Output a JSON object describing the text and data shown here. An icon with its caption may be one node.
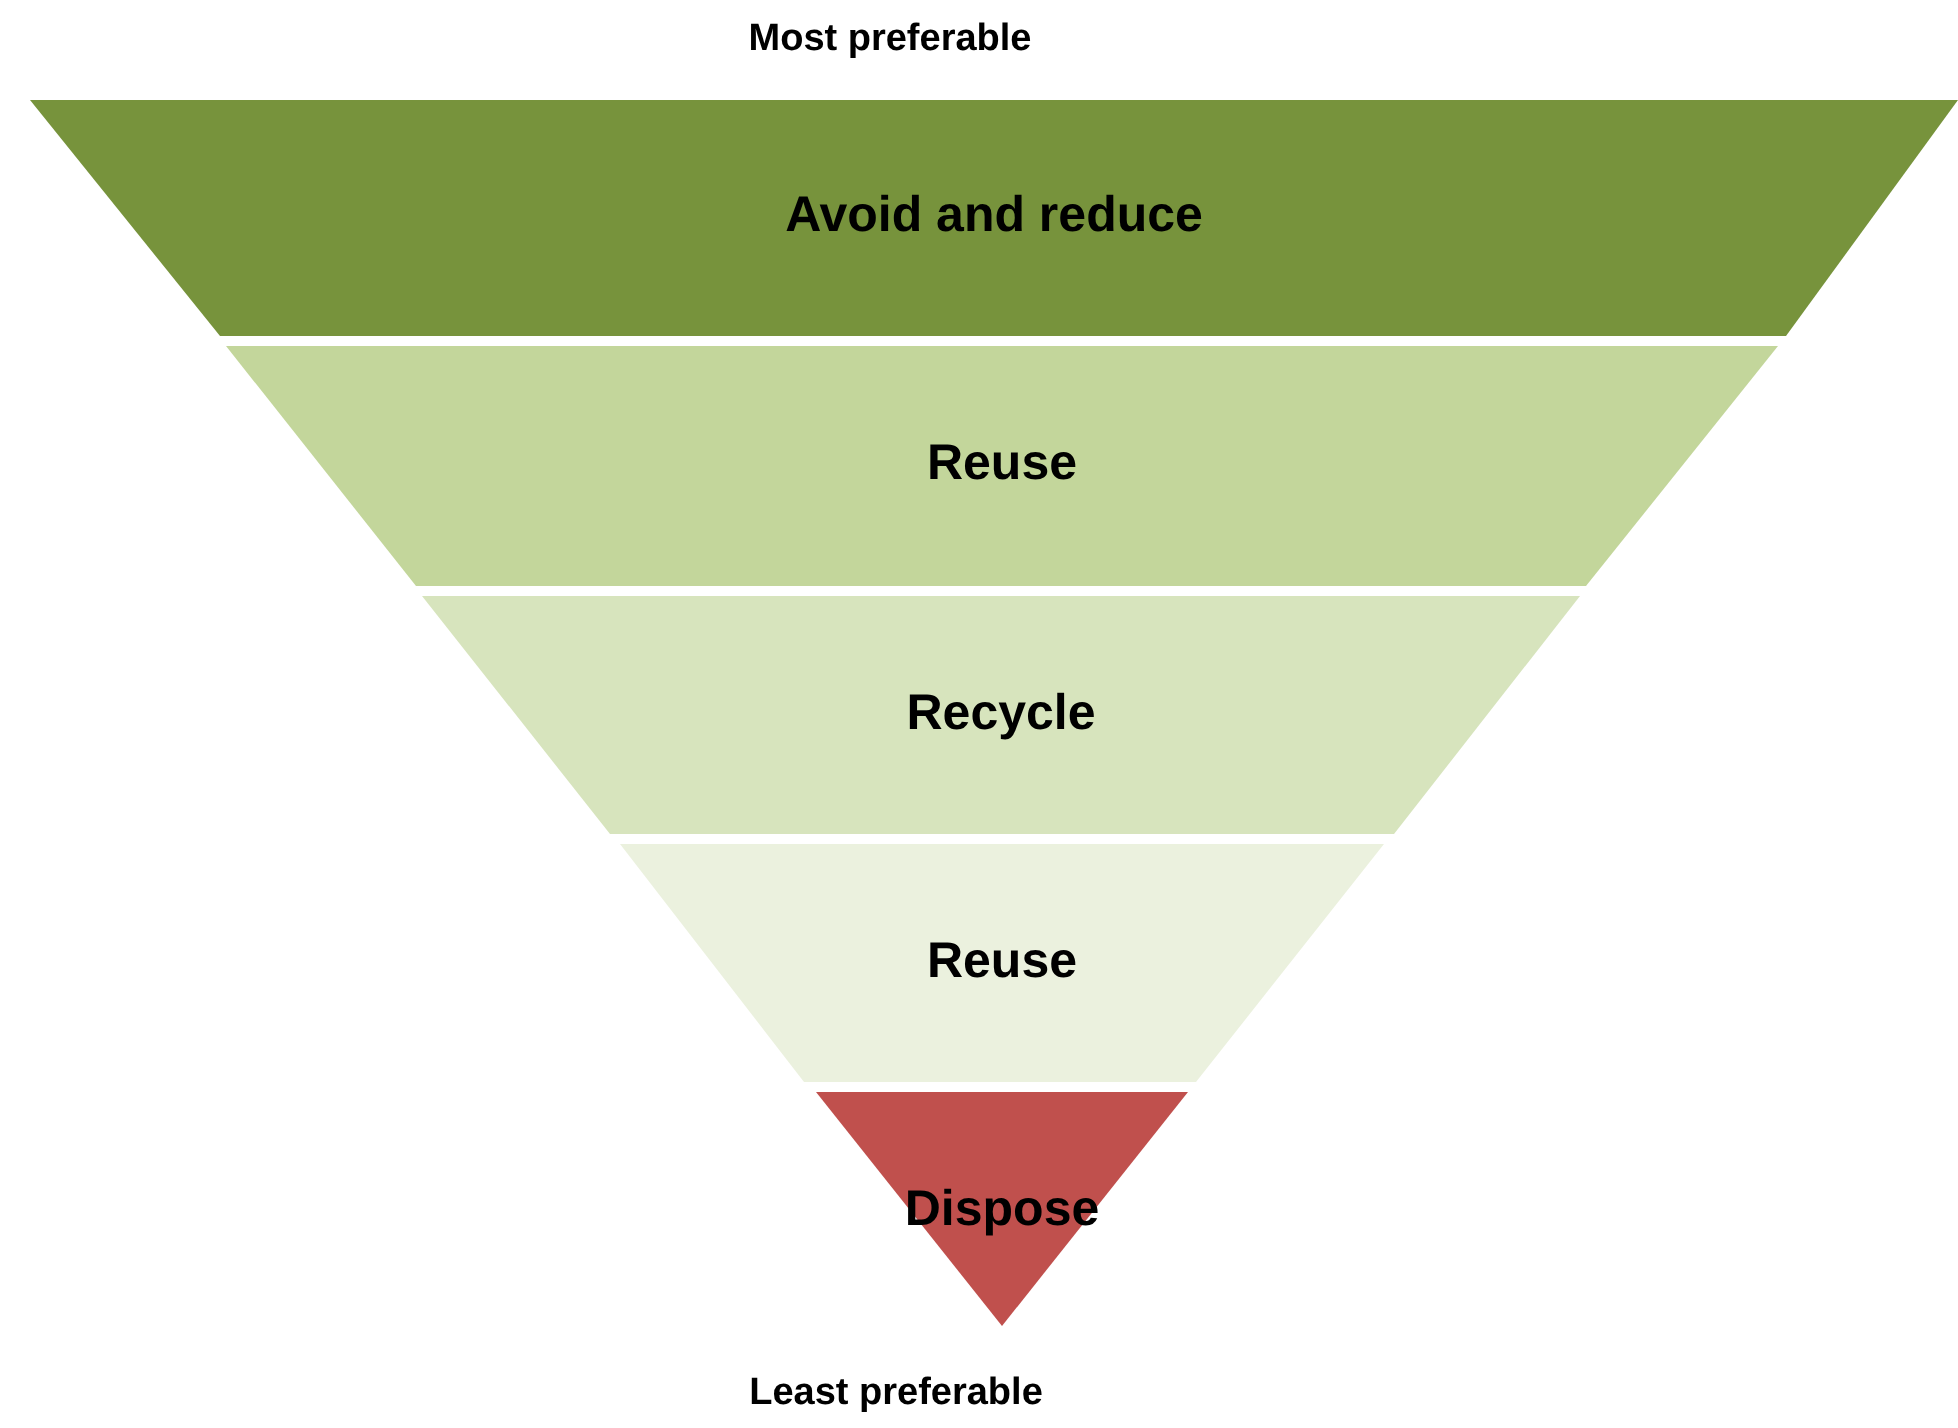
{
  "diagram": {
    "nodes": [
      {
        "text": [
          "Avoid and reduce"
        ]
      },
      {
        "text": [
          "Reuse"
        ]
      },
      {
        "text": [
          "Recycle"
        ]
      },
      {
        "text": [
          "Reuse"
        ]
      },
      {
        "text": [
          "Dispose"
        ]
      }
    ],
    "labels": [
      "Most preferable",
      "Least preferable"
    ]
  }
}
